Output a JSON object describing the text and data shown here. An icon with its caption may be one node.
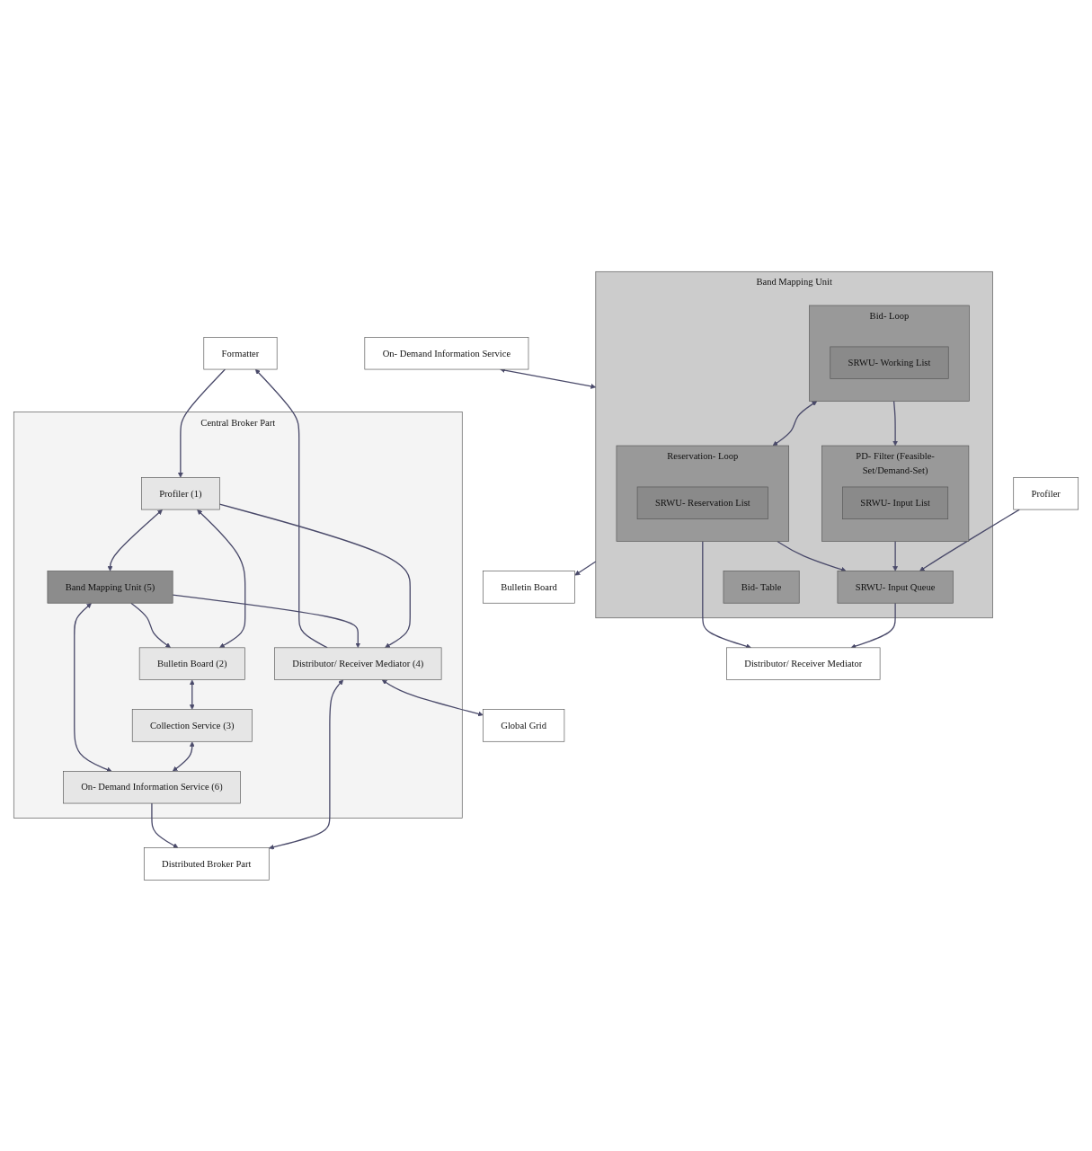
{
  "diagram": {
    "nodes": [
      {
        "text": [
          "Central Broker Part"
        ]
      },
      {
        "text": [
          "Formatter"
        ]
      },
      {
        "text": [
          "Profiler (1)"
        ],
        "in": 0
      },
      {
        "text": [
          "Bulletin Board (2)"
        ],
        "in": 0
      },
      {
        "text": [
          "Collection Service (3)"
        ],
        "in": 0
      },
      {
        "text": [
          "On- Demand Information Service (6)"
        ],
        "in": 0
      },
      {
        "text": [
          "Band Mapping Unit (5)"
        ],
        "in": 0
      },
      {
        "text": [
          "Distributor/ Receiver Mediator (4)"
        ],
        "in": 0
      },
      {
        "text": [
          "Global Grid"
        ]
      },
      {
        "text": [
          "Distributed Broker Part"
        ]
      },
      {
        "text": [
          "Band Mapping Unit"
        ]
      },
      {
        "text": [
          "SRWU- Input Queue"
        ],
        "in": 10
      },
      {
        "text": [
          "PD- Filter (Feasible-Set/Demand-Set)"
        ],
        "in": 10
      },
      {
        "text": [
          "SRWU- Input List"
        ],
        "in": 12
      },
      {
        "text": [
          "Bid- Loop"
        ],
        "in": 10
      },
      {
        "text": [
          "SRWU- Working List"
        ],
        "in": 14
      },
      {
        "text": [
          "Reservation- Loop"
        ],
        "in": 10
      },
      {
        "text": [
          "SRWU- Reservation List"
        ],
        "in": 16
      },
      {
        "text": [
          "Bid- Table"
        ],
        "in": 10
      },
      {
        "text": [
          "Profiler"
        ]
      },
      {
        "text": [
          "Bulletin Board"
        ]
      },
      {
        "text": [
          "On- Demand Information Service"
        ]
      },
      {
        "text": [
          "Distributor/ Receiver Mediator"
        ]
      }
    ],
    "edges": [
      {
        "from": 1,
        "to": 2,
        "arrow": "to"
      },
      {
        "from": 7,
        "to": 1,
        "arrow": "to"
      },
      {
        "from": 2,
        "to": 3,
        "arrow": "both"
      },
      {
        "from": 3,
        "to": 4,
        "arrow": "both"
      },
      {
        "from": 4,
        "to": 5,
        "arrow": "both"
      },
      {
        "from": 6,
        "to": 3,
        "arrow": "to"
      },
      {
        "from": 2,
        "to": 6,
        "arrow": "both"
      },
      {
        "from": 6,
        "to": 5,
        "arrow": "both"
      },
      {
        "from": 2,
        "to": 7,
        "arrow": "to"
      },
      {
        "from": 6,
        "to": 7,
        "arrow": "to"
      },
      {
        "from": 7,
        "to": 8,
        "arrow": "both"
      },
      {
        "from": 7,
        "to": 9,
        "arrow": "both"
      },
      {
        "from": 5,
        "to": 9,
        "arrow": "to"
      },
      {
        "from": 19,
        "to": 11,
        "arrow": "to"
      },
      {
        "from": 12,
        "to": 11,
        "arrow": "to"
      },
      {
        "from": 14,
        "to": 12,
        "arrow": "to"
      },
      {
        "from": 14,
        "to": 16,
        "arrow": "both"
      },
      {
        "from": 16,
        "to": 11,
        "arrow": "to"
      },
      {
        "from": 10,
        "to": 20,
        "arrow": "to"
      },
      {
        "from": 21,
        "to": 10,
        "arrow": "both"
      },
      {
        "from": 11,
        "to": 22,
        "arrow": "to"
      },
      {
        "from": 16,
        "to": 22,
        "arrow": "to"
      }
    ]
  }
}
